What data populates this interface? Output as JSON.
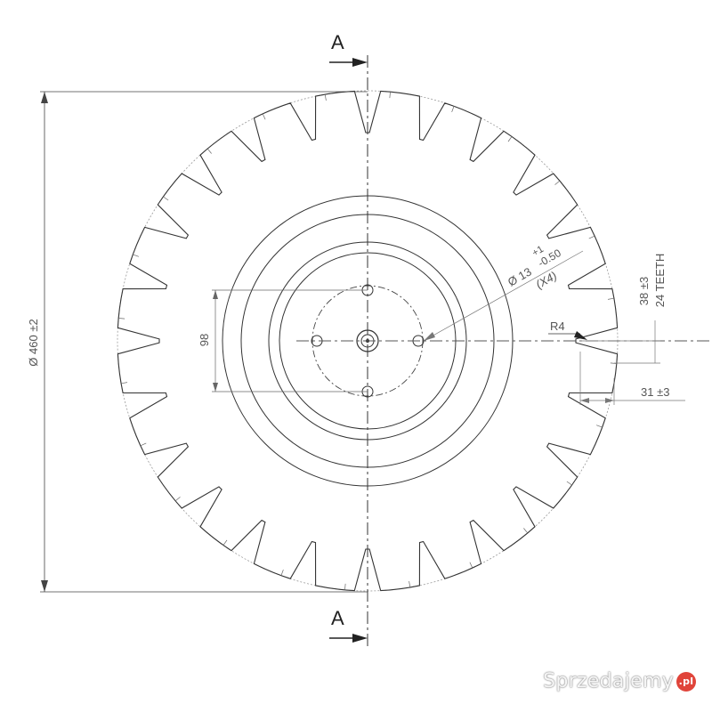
{
  "drawing": {
    "section_label_top": "A",
    "section_label_bottom": "A",
    "dim_outer_diameter": "Ø 460 ±2",
    "dim_hole_spacing": "98",
    "dim_hole_diameter": "Ø 13",
    "dim_hole_tol_upper": "+1",
    "dim_hole_tol_lower": "-0.50",
    "dim_hole_count": "(X4)",
    "dim_tooth_radius": "R4",
    "dim_tooth_height": "38 ±3",
    "dim_teeth_count": "24 TEETH",
    "dim_tooth_width": "31 ±3",
    "teeth": 24
  },
  "watermark": {
    "text": "Sprzedajemy",
    "badge": ".pl"
  }
}
